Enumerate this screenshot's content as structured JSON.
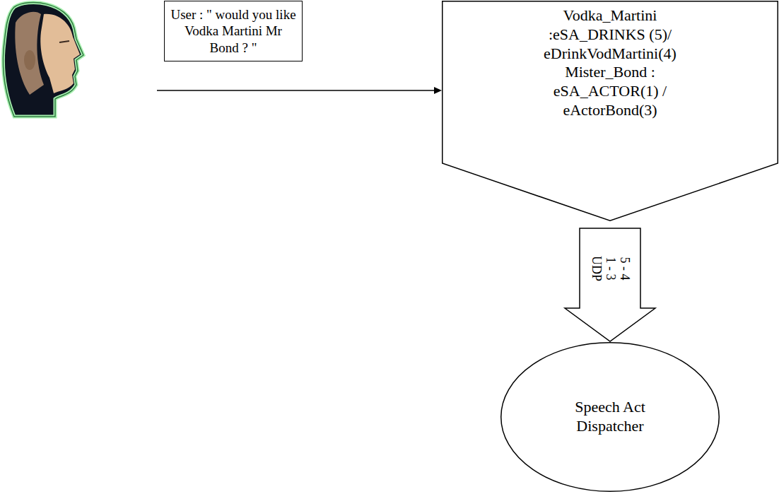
{
  "diagram": {
    "nodes": [
      {
        "text": [
          "User : \" would you like Vodka Martini Mr Bond ? \""
        ]
      },
      {
        "text": [
          "Vodka_Martini :eSA_DRINKS (5)/ eDrinkVodMartini(4) Mister_Bond : eSA_ACTOR(1) / eActorBond(3)"
        ]
      },
      {
        "text": [
          "Speech Act Dispatcher"
        ]
      }
    ],
    "edges": [
      {
        "from": 1,
        "to": 2,
        "arrow": "to",
        "label": "5 - 4 1 - 3 UDP"
      }
    ]
  }
}
